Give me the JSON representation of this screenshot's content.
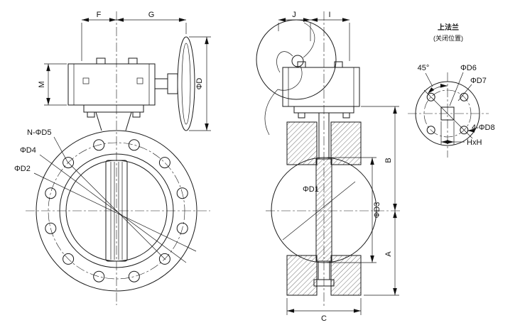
{
  "drawing": {
    "front_view": {
      "dims": {
        "F": "F",
        "G": "G",
        "M": "M",
        "D": "ΦD",
        "ND5": "N-ΦD5",
        "D4": "ΦD4",
        "D2": "ΦD2"
      }
    },
    "section_view": {
      "dims": {
        "J": "J",
        "I": "I",
        "B": "B",
        "A": "A",
        "C": "C",
        "D1": "ΦD1",
        "D3": "ΦD3"
      }
    },
    "top_flange_view": {
      "title": "上法兰",
      "subtitle": "(关闭位置)",
      "dims": {
        "angle": "45°",
        "D6": "ΦD6",
        "D7": "ΦD7",
        "D8": "4-ΦD8",
        "HxH": "HxH"
      }
    }
  }
}
